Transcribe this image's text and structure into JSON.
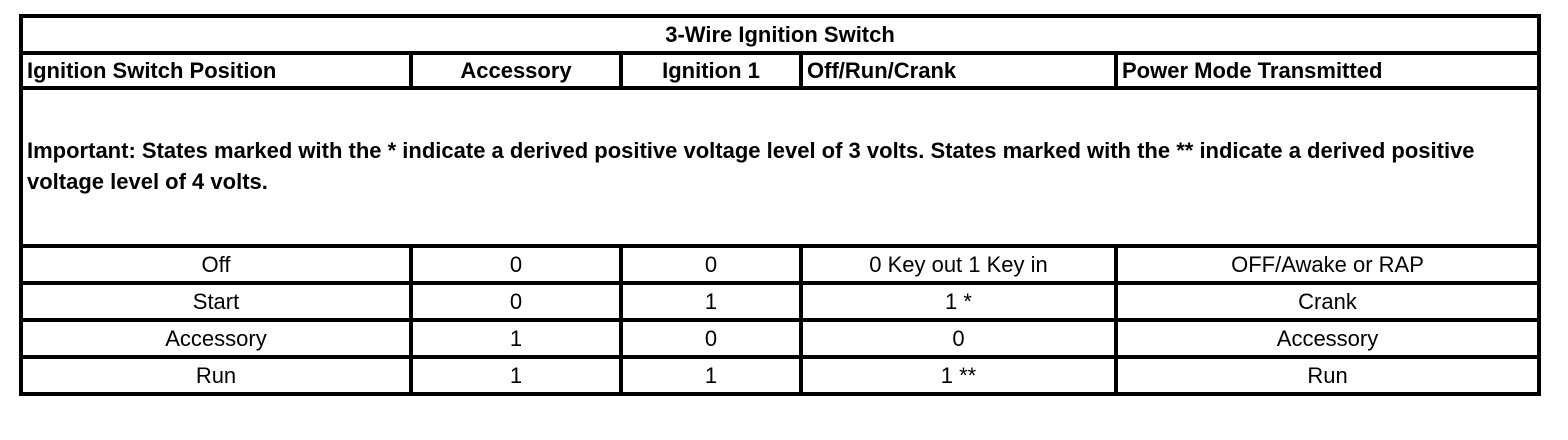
{
  "table": {
    "title": "3-Wire Ignition Switch",
    "columns": [
      {
        "label": "Ignition Switch Position"
      },
      {
        "label": "Accessory"
      },
      {
        "label": "Ignition 1"
      },
      {
        "label": "Off/Run/Crank"
      },
      {
        "label": "Power Mode Transmitted"
      }
    ],
    "note": "Important: States marked with the * indicate a derived positive voltage level of 3 volts. States marked with the ** indicate a derived positive voltage level of 4 volts.",
    "rows": [
      {
        "position": "Off",
        "accessory": "0",
        "ignition1": "0",
        "off_run_crank": "0 Key out 1 Key in",
        "power_mode": "OFF/Awake or RAP"
      },
      {
        "position": "Start",
        "accessory": "0",
        "ignition1": "1",
        "off_run_crank": "1 *",
        "power_mode": "Crank"
      },
      {
        "position": "Accessory",
        "accessory": "1",
        "ignition1": "0",
        "off_run_crank": "0",
        "power_mode": "Accessory"
      },
      {
        "position": "Run",
        "accessory": "1",
        "ignition1": "1",
        "off_run_crank": "1 **",
        "power_mode": "Run"
      }
    ],
    "colors": {
      "border": "#000000",
      "text": "#000000",
      "background": "#ffffff"
    }
  }
}
